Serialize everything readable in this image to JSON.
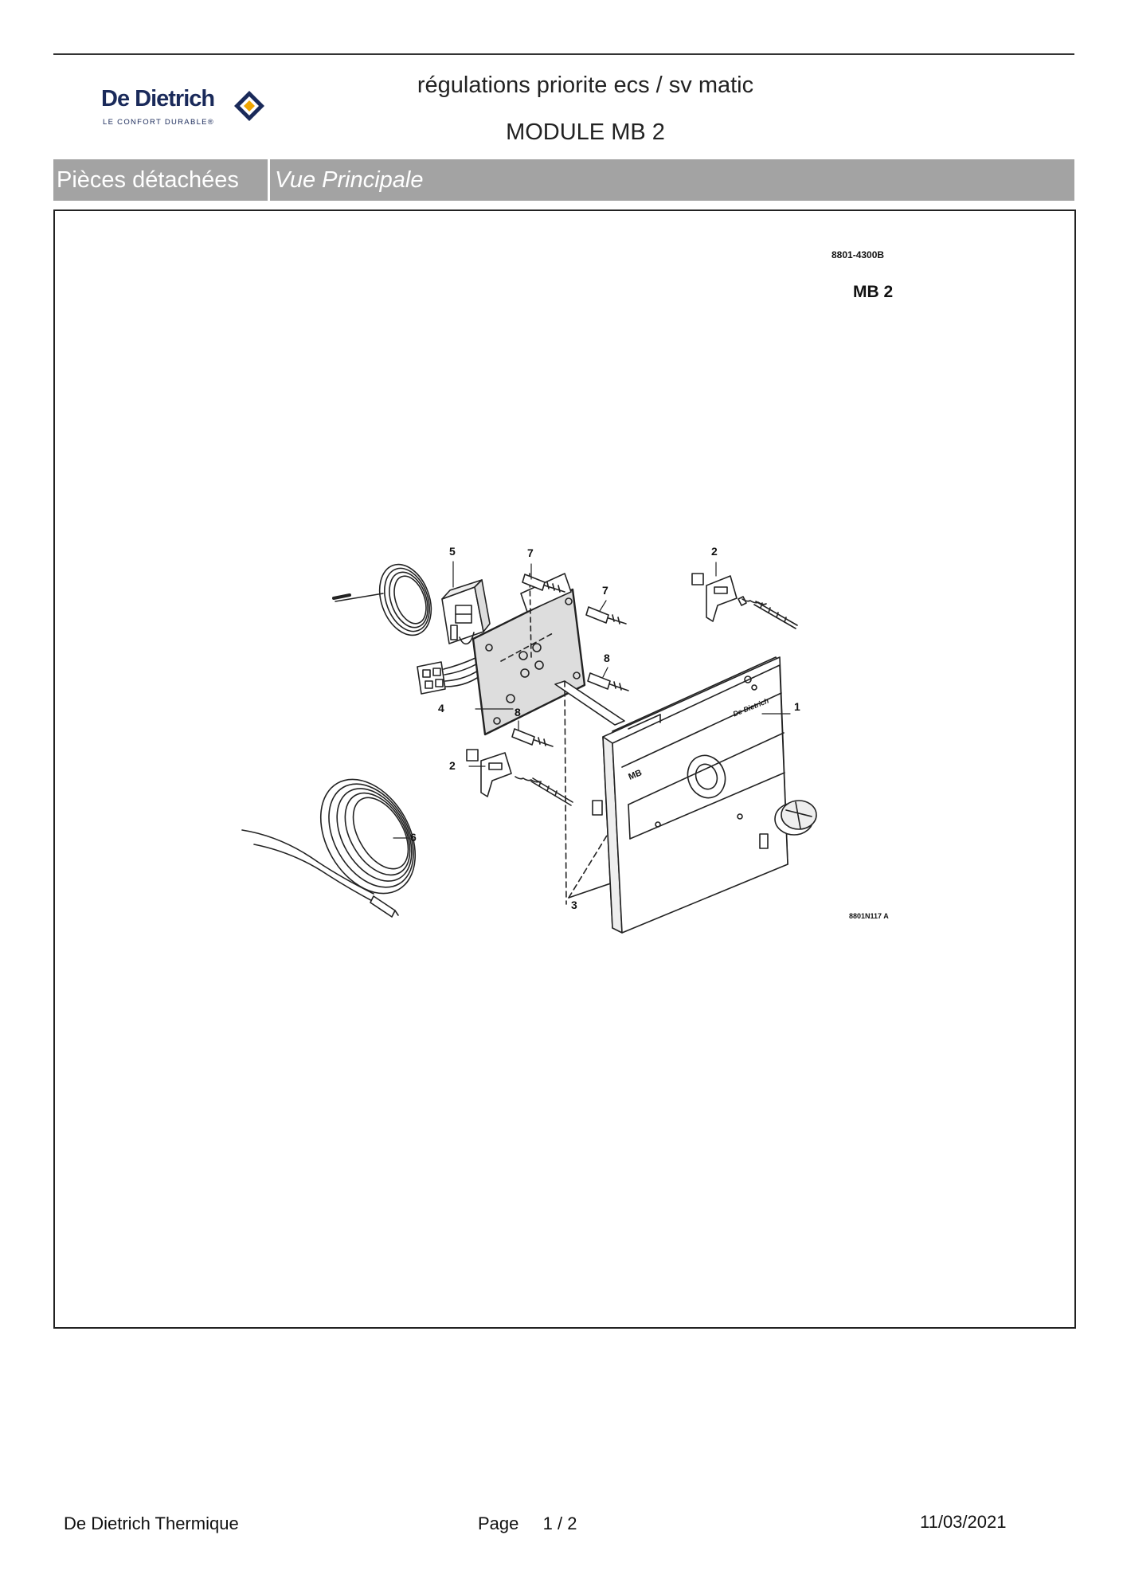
{
  "header": {
    "brand": {
      "name": "De Dietrich",
      "tagline": "LE CONFORT DURABLE®",
      "logo_icon": "diamond-logo-icon",
      "color": "#1a2a5a",
      "accent": "#f0a500"
    },
    "title_line1": "régulations priorite ecs / sv matic",
    "title_line2": "MODULE MB 2"
  },
  "tabs": {
    "section_label": "Pièces détachées",
    "view_label": "Vue Principale",
    "background": "#a3a3a3"
  },
  "diagram": {
    "reference_code": "8801-4300B",
    "model_label": "MB 2",
    "drawing_code": "8801N117 A",
    "panel_label": "MB",
    "panel_brand": "De Dietrich",
    "callouts": {
      "c1": "1",
      "c2a": "2",
      "c2b": "2",
      "c3": "3",
      "c4": "4",
      "c5": "5",
      "c6": "6",
      "c7a": "7",
      "c7b": "7",
      "c8a": "8",
      "c8b": "8"
    }
  },
  "footer": {
    "company": "De Dietrich Thermique",
    "page_label": "Page",
    "page_current": "1",
    "page_separator": "/",
    "page_total": "2",
    "date": "11/03/2021"
  }
}
